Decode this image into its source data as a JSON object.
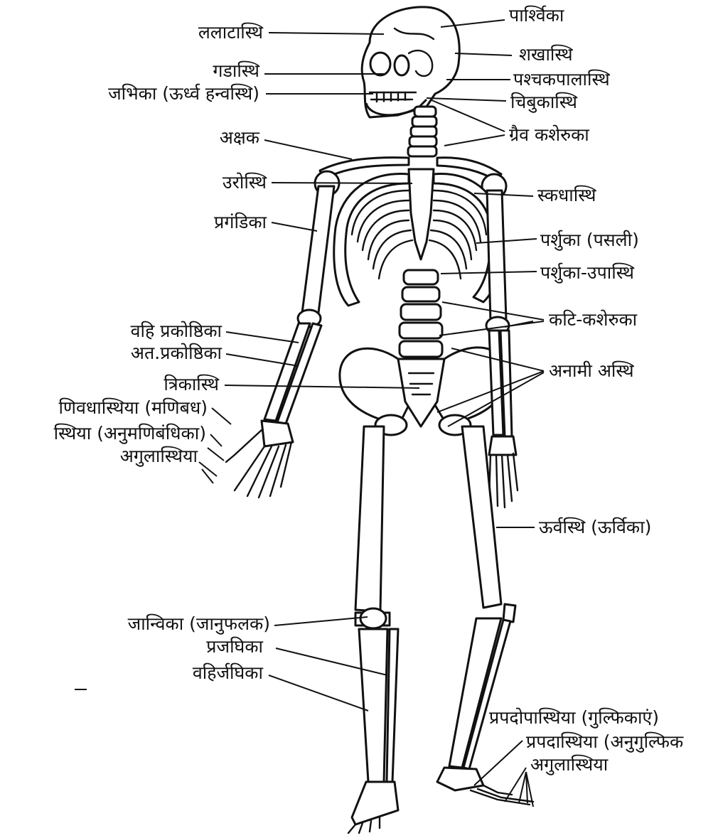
{
  "labels": {
    "lalatasthi": "ललाटास्थि",
    "gandasthi": "गडास्थि",
    "jambhika": "जभिका (ऊर्ध्व हन्वस्थि)",
    "akshak": "अक्षक",
    "urosthi": "उरोस्थि",
    "pragandika": "प्रगंडिका",
    "bahi_prakoshthika": "वहि प्रकोष्ठिका",
    "ant_prakoshthika": "अत.प्रकोष्ठिका",
    "trikasthi": "त्रिकास्थि",
    "manibandhasthiya": "णिवधास्थिया (मणिबध)",
    "anumanibandhika": "स्थिया (अनुमणिबंधिका)",
    "angulasthiya_hand": "अगुलास्थिया",
    "parshvika": "पार्श्विका",
    "shankhasthi": "शखास्थि",
    "pashchakapalasthi": "पश्चकपालास्थि",
    "chibukasthi": "चिबुकास्थि",
    "graiv_kasheruka": "ग्रैव कशेरुका",
    "skandhasthi": "स्कधास्थि",
    "parshuka": "पर्शुका (पसली)",
    "parshuka_upasthi": "पर्शुका-उपास्थि",
    "kati_kasheruka": "कटि-कशेरुका",
    "anami_asthi": "अनामी अस्थि",
    "urvasthi": "ऊर्वस्थि (ऊर्विका)",
    "janvika": "जान्विका (जानुफलक)",
    "prajanghika": "प्रजघिका",
    "bahirjanghika": "वहिर्जघिका",
    "prapadoposthiya": "प्रपदोपास्थिया (गुल्फिकाएं)",
    "prapadasthiya": "प्रपदास्थिया (अनुगुल्फिक",
    "angulasthiya_foot": "अगुलास्थिया"
  }
}
